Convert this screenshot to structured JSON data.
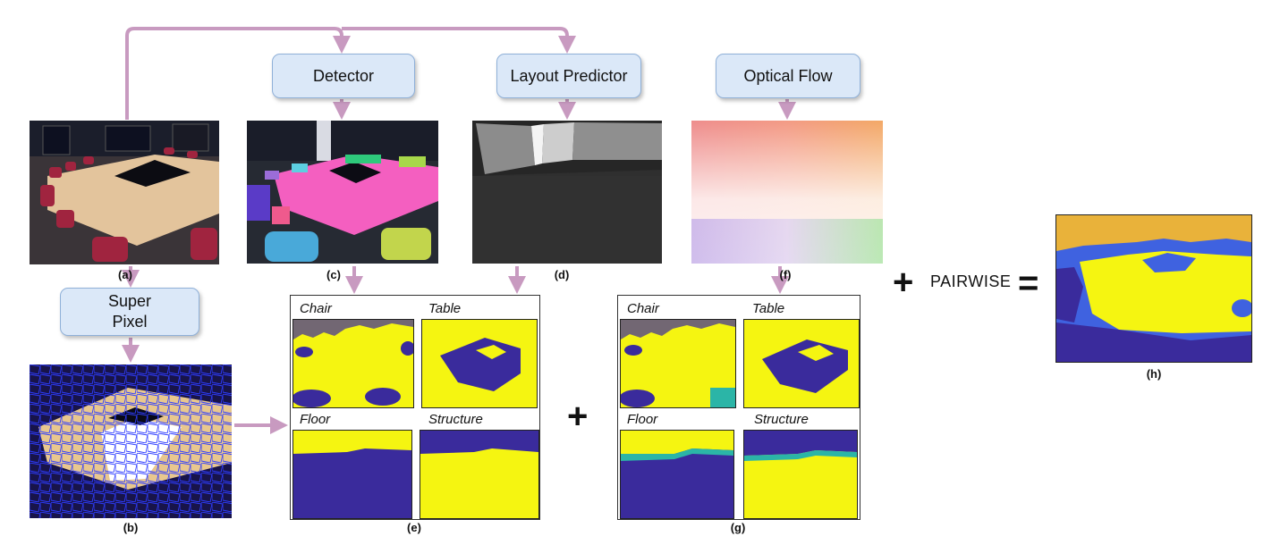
{
  "modules": {
    "detector": "Detector",
    "layout_predictor": "Layout Predictor",
    "optical_flow": "Optical Flow",
    "super_pixel": "Super Pixel"
  },
  "captions": {
    "a": "(a)",
    "b": "(b)",
    "c": "(c)",
    "d": "(d)",
    "e": "(e)",
    "f": "(f)",
    "g": "(g)",
    "h": "(h)"
  },
  "maps_e": {
    "chair": "Chair",
    "table": "Table",
    "floor": "Floor",
    "structure": "Structure"
  },
  "maps_g": {
    "chair": "Chair",
    "table": "Table",
    "floor": "Floor",
    "structure": "Structure"
  },
  "operators": {
    "plus_1": "+",
    "plus_2": "+",
    "equals": "="
  },
  "pairwise_label": "PAIRWISE",
  "colors": {
    "arrow": "#c89ac0",
    "box_fill": "#dbe8f8",
    "map_yellow": "#f5f511",
    "map_purple": "#3a2b9c",
    "map_teal": "#2bb5a7",
    "result_orange": "#e9b23a",
    "result_blue": "#3f62e0"
  }
}
